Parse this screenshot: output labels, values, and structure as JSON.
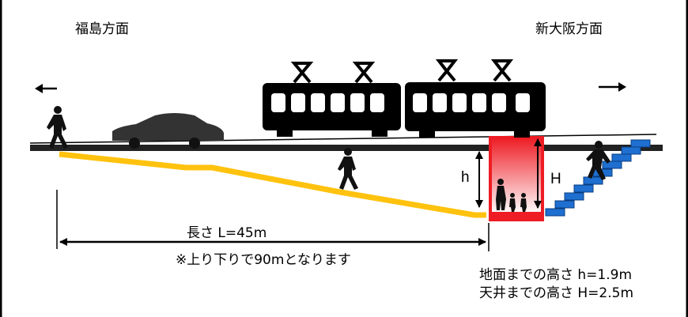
{
  "labels": {
    "left_direction": "福島方面",
    "right_direction": "新大阪方面",
    "length": "長さ L=45m",
    "round_trip_note": "※上り下りで90mとなります",
    "h_letter": "h",
    "H_letter": "H",
    "ground_height": "地面までの高さ h=1.9m",
    "ceiling_height": "天井までの高さ H=2.5m"
  },
  "colors": {
    "ramp": "#FFC20E",
    "underpass_red": "#EE1C24",
    "stairs": "#1E6FD0",
    "silhouette": "#000000"
  },
  "icons": [
    "arrow-left-icon",
    "arrow-right-icon",
    "train-icon",
    "car-icon",
    "pedestrian-icon"
  ]
}
